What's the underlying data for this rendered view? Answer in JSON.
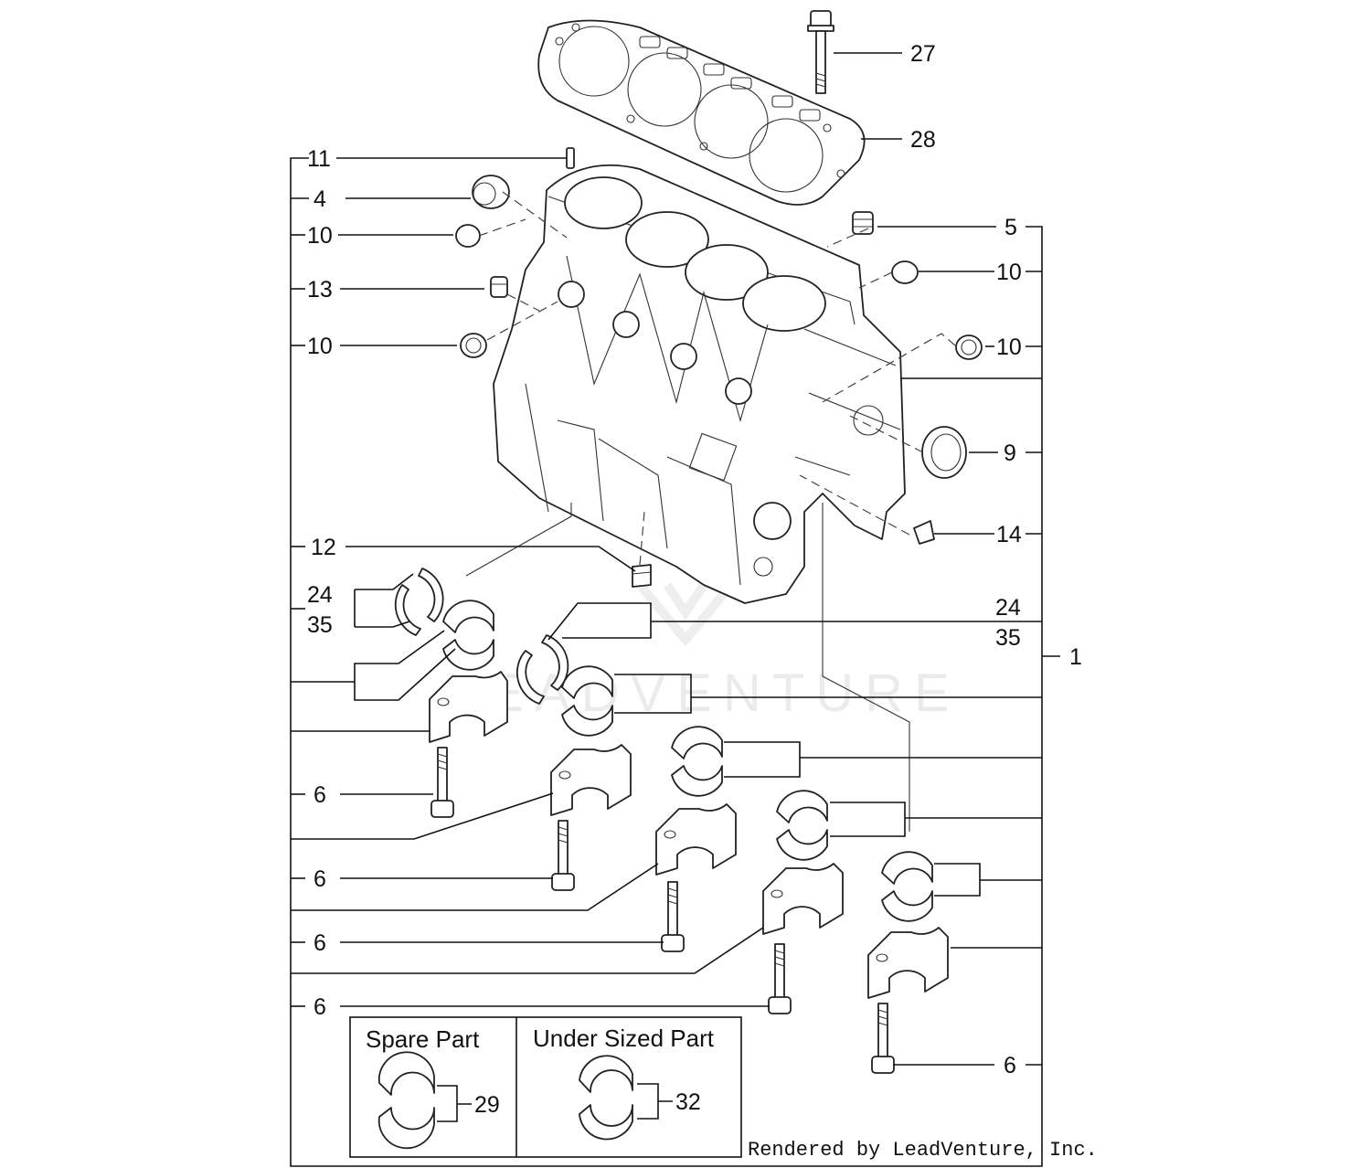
{
  "callouts": {
    "c27": "27",
    "c28": "28",
    "c11": "11",
    "c4": "4",
    "c10a": "10",
    "c5": "5",
    "c10b": "10",
    "c13": "13",
    "c10c": "10",
    "c10d": "10",
    "c9": "9",
    "c14": "14",
    "c12": "12",
    "c24a": "24",
    "c35a": "35",
    "c24b": "24",
    "c35b": "35",
    "c1": "1",
    "c6a": "6",
    "c6b": "6",
    "c6c": "6",
    "c6d": "6",
    "c6e": "6",
    "c29": "29",
    "c32": "32"
  },
  "legend": {
    "spare_part": "Spare Part",
    "under_sized_part": "Under Sized Part"
  },
  "credit": "Rendered by LeadVenture, Inc.",
  "watermark": "LEADVENTURE"
}
